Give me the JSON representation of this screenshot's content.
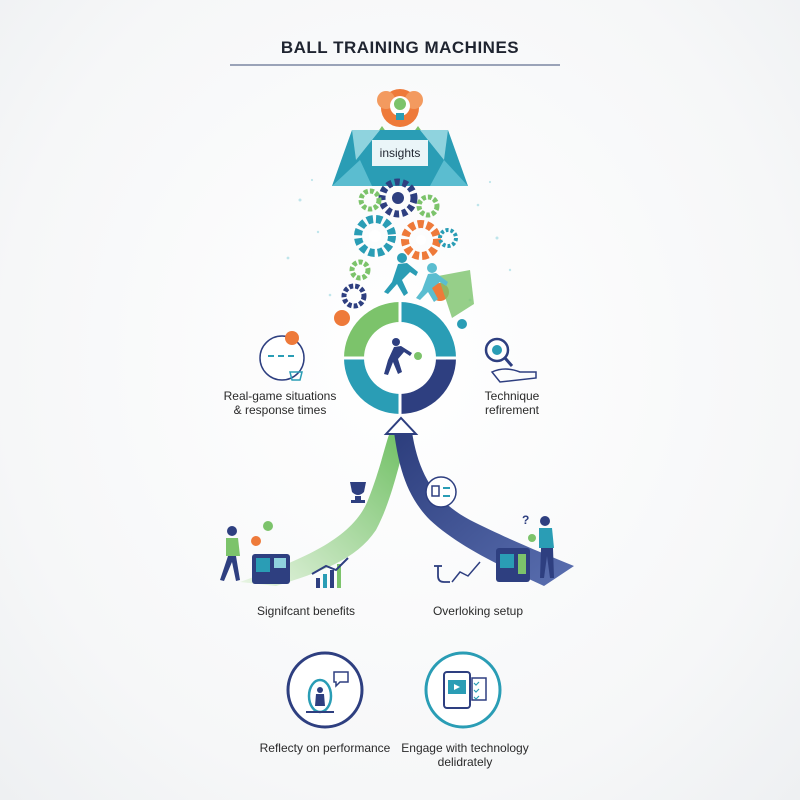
{
  "title": "BALL TRAINING MACHINES",
  "colors": {
    "teal": "#2a9db5",
    "navy": "#2e3f80",
    "green": "#7cc36b",
    "orange": "#ee7a3a",
    "light_teal": "#8fd3de"
  },
  "labels": {
    "insights": "insights",
    "real_game": [
      "Real-game situations",
      "& response times"
    ],
    "technique": [
      "Technique",
      "refirement"
    ],
    "benefits": "Signifcant benefits",
    "setup": "Overloking setup",
    "reflect": "Reflecty on performance",
    "engage": [
      "Engage with technology",
      "delidrately"
    ]
  }
}
